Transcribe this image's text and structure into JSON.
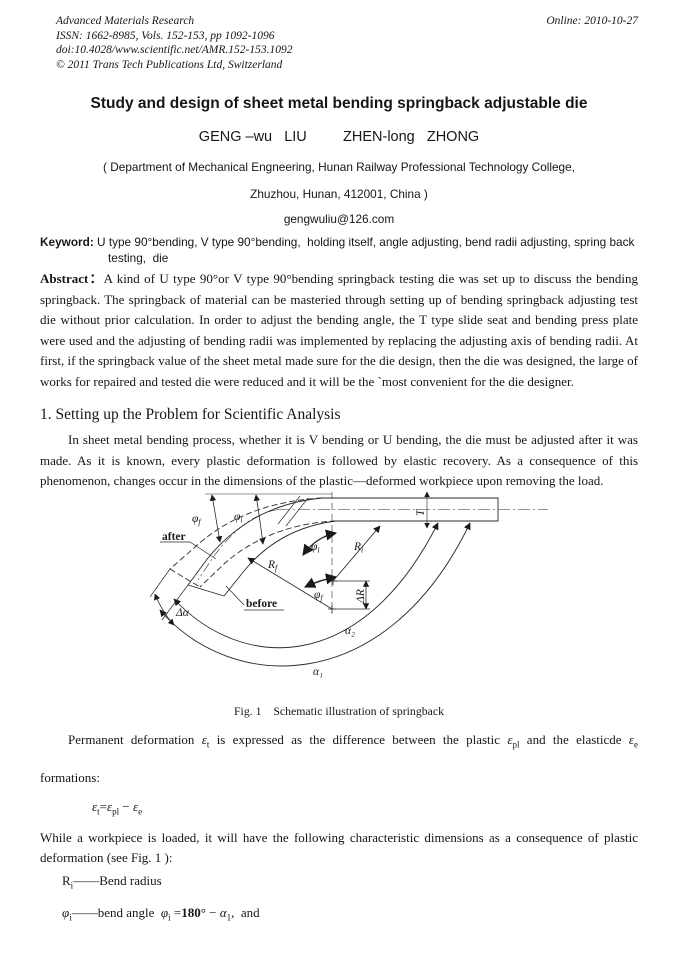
{
  "header": {
    "journal": "Advanced Materials Research",
    "issn_line": "ISSN: 1662-8985, Vols. 152-153, pp 1092-1096",
    "doi_line": "doi:10.4028/www.scientific.net/AMR.152-153.1092",
    "copyright_line": "© 2011 Trans Tech Publications Ltd, Switzerland",
    "online_date": "Online: 2010-10-27"
  },
  "title": "Study and design of sheet metal bending springback adjustable die",
  "authors": "GENG –wu   LIU         ZHEN-long   ZHONG",
  "affiliation": {
    "line1": "( Department of Mechanical Engneering, Hunan Railway Professional Technology College,",
    "line2": "Zhuzhou, Hunan, 412001, China )"
  },
  "email": "gengwuliu@126.com",
  "keywords": {
    "label": "Keyword:",
    "text": " U type 90°bending, V type 90°bending,  holding itself, angle adjusting, bend radii adjusting, spring back testing,  die"
  },
  "abstract": {
    "label": "Abstract：",
    "text": "A kind of U type 90°or V type 90°bending springback testing die was set up to discuss the bending springback. The springback of material can be masteried through setting up of bending springback adjusting test die without prior calculation. In order to adjust the bending angle, the T type slide seat and bending press plate were used and the adjusting of bending radii was implemented by replacing the adjusting axis of bending radii. At first, if the springback value of the sheet metal made sure for the die design, then the die was designed, the large of works for repaired and tested die were reduced and it will be the `most convenient for the die designer."
  },
  "section1": {
    "heading": "1. Setting up the Problem for Scientific Analysis",
    "para1": "In sheet metal bending process, whether it is V bending or U bending, the die must be adjusted after it was made. As it is known, every plastic deformation is followed by elastic recovery. As a consequence of this phenomenon, changes occur in the dimensions of the plastic—deformed workpiece upon removing the load."
  },
  "figure": {
    "caption": "Fig. 1    Schematic illustration of springback",
    "labels": {
      "after": "after",
      "before": "before",
      "phi_f_top": {
        "base": "φ",
        "sub": "f"
      },
      "phi_i_top": {
        "base": "φ",
        "sub": "i"
      },
      "phi_i_mid": {
        "base": "φ",
        "sub": "i"
      },
      "phi_f_mid": {
        "base": "φ",
        "sub": "f"
      },
      "r_i": {
        "base": "R",
        "sub": "i"
      },
      "r_f": {
        "base": "R",
        "sub": "f"
      },
      "delta_alpha": "Δα",
      "delta_r": "ΔR",
      "alpha_1": "α₁",
      "alpha_2": "α₂",
      "thickness": "T"
    }
  },
  "math_para": {
    "lead": "Permanent deformation ",
    "e1": "ε",
    "s1": "t",
    "mid1": " is expressed as the difference between the plastic ",
    "e2": "ε",
    "s2": "pl",
    "mid2": " and the elasticde ",
    "e3": "ε",
    "s3": "e",
    "tail": " formations:"
  },
  "equation": {
    "e1": "ε",
    "s1": "t",
    "op1": "=",
    "e2": "ε",
    "s2": "pl",
    "op2": " − ",
    "e3": "ε",
    "s3": "e"
  },
  "while_para": "While a workpiece is loaded, it will have the following characteristic dimensions as a consequence of plastic deformation (see Fig. 1 ):",
  "bend_radius_line": {
    "base": "R",
    "sub": "i",
    "rest": "——Bend radius"
  },
  "bend_angle_line": {
    "p1": "φ",
    "s1": "i",
    "t1": "——bend angle  ",
    "p2": "φ",
    "s2": "i",
    "t2": " =",
    "bold": "180°",
    "t3": " − ",
    "p3": "α",
    "s3": "1",
    "t4": ",  and"
  }
}
